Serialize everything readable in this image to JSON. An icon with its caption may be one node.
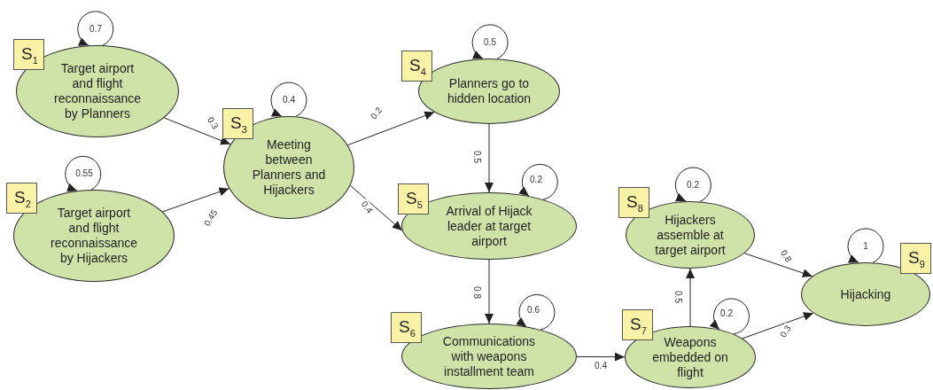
{
  "diagram": {
    "nodes": [
      {
        "text": [
          "Target airport and flight reconnaissance by Planners"
        ]
      },
      {
        "text": [
          "Target airport and flight reconnaissance by Hijackers"
        ]
      },
      {
        "text": [
          "Meeting between Planners and Hijackers"
        ]
      },
      {
        "text": [
          "Planners go to hidden location"
        ]
      },
      {
        "text": [
          "Arrival of Hijack leader at target airport"
        ]
      },
      {
        "text": [
          "Communications with weapons installment team"
        ]
      },
      {
        "text": [
          "Weapons embedded on flight"
        ]
      },
      {
        "text": [
          "Hijackers assemble at target airport"
        ]
      },
      {
        "text": [
          "Hijacking"
        ]
      },
      {
        "text": [
          "S$_{1}$"
        ]
      },
      {
        "text": [
          "S$_{2}$"
        ]
      },
      {
        "text": [
          "S$_{3}$"
        ]
      },
      {
        "text": [
          "S$_{4}$"
        ]
      },
      {
        "text": [
          "S$_{5}$"
        ]
      },
      {
        "text": [
          "S$_{6}$"
        ]
      },
      {
        "text": [
          "S$_{7}$"
        ]
      },
      {
        "text": [
          "S$_{8}$"
        ]
      },
      {
        "text": [
          "S$_{9}$"
        ]
      }
    ],
    "edges": [
      {
        "from": 0,
        "to": 0,
        "arrow": "to",
        "label": "0.7"
      },
      {
        "from": 1,
        "to": 1,
        "arrow": "to",
        "label": "0.55"
      },
      {
        "from": 2,
        "to": 2,
        "arrow": "to",
        "label": "0.4"
      },
      {
        "from": 3,
        "to": 3,
        "arrow": "to",
        "label": "0.5"
      },
      {
        "from": 4,
        "to": 4,
        "arrow": "to",
        "label": "0.2"
      },
      {
        "from": 5,
        "to": 5,
        "arrow": "to",
        "label": "0.6"
      },
      {
        "from": 6,
        "to": 6,
        "arrow": "to",
        "label": "0.2"
      },
      {
        "from": 7,
        "to": 7,
        "arrow": "to",
        "label": "0.2"
      },
      {
        "from": 8,
        "to": 8,
        "arrow": "to",
        "label": "1"
      },
      {
        "from": 0,
        "to": 2,
        "arrow": "to",
        "label": "0.3"
      },
      {
        "from": 1,
        "to": 2,
        "arrow": "to",
        "label": "0.45"
      },
      {
        "from": 2,
        "to": 3,
        "arrow": "to",
        "label": "0.2"
      },
      {
        "from": 2,
        "to": 4,
        "arrow": "to",
        "label": "0.4"
      },
      {
        "from": 3,
        "to": 4,
        "arrow": "to",
        "label": "0.5"
      },
      {
        "from": 4,
        "to": 5,
        "arrow": "to",
        "label": "0.8"
      },
      {
        "from": 5,
        "to": 6,
        "arrow": "to",
        "label": "0.4"
      },
      {
        "from": 6,
        "to": 7,
        "arrow": "to",
        "label": "0.5"
      },
      {
        "from": 7,
        "to": 8,
        "arrow": "to",
        "label": "0.8"
      },
      {
        "from": 6,
        "to": 8,
        "arrow": "to",
        "label": "0.3"
      }
    ]
  }
}
